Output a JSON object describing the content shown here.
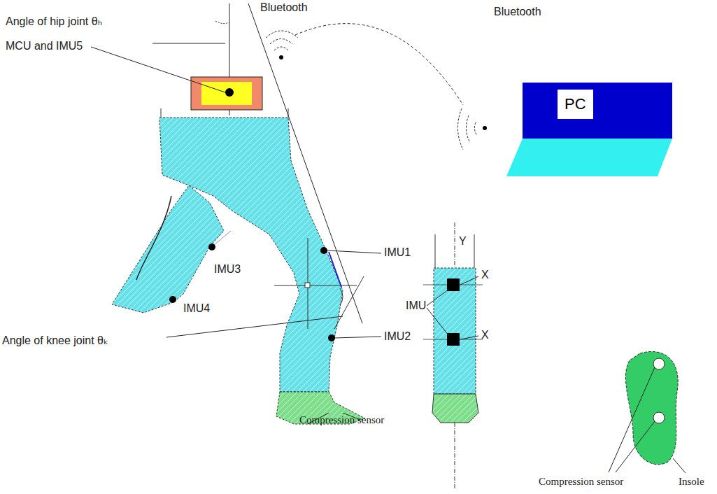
{
  "diagram": {
    "nodes": [
      {
        "text": [
          "PC"
        ]
      }
    ],
    "labels": [
      "Bluetooth",
      "Bluetooth",
      "Angle of hip joint θₕ",
      "MCU and IMU5",
      "IMU1",
      "IMU3",
      "IMU4",
      "IMU",
      "Y",
      "X",
      "X",
      "Angle of knee joint θₖ",
      "IMU2",
      "Compression sensor",
      "Compression sensor",
      "Insole"
    ]
  }
}
